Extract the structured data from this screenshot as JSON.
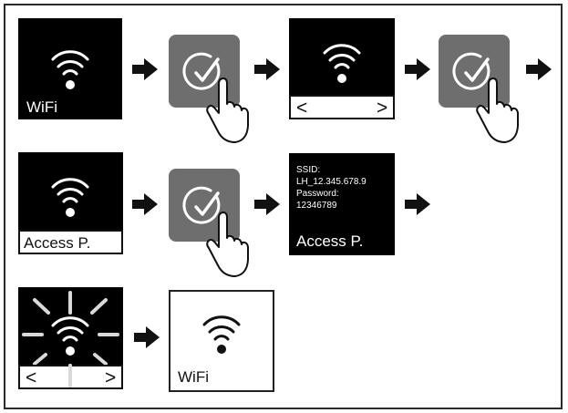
{
  "row1": {
    "screen1_label": "WiFi",
    "nav_left": "<",
    "nav_right": ">"
  },
  "row2": {
    "screen1_label": "Access P.",
    "info": {
      "ssid_label": "SSID:",
      "ssid_value": "LH_12.345.678.9",
      "password_label": "Password:",
      "password_value": "12346789",
      "label": "Access P."
    }
  },
  "row3": {
    "nav_left": "<",
    "nav_right": ">",
    "screen2_label": "WiFi"
  },
  "icons": {
    "wifi": "wifi-icon",
    "confirm": "check-circle-icon",
    "press": "hand-pointer-icon",
    "next": "arrow-right-icon",
    "blink": "blink-rays-icon"
  },
  "colors": {
    "screen": "#000000",
    "button": "#6e6e6e",
    "ink": "#111111"
  }
}
